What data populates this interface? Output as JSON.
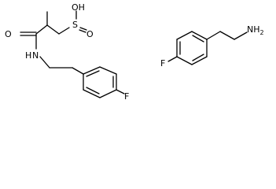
{
  "molecules": [
    {
      "labels": {
        "ketone_o": "O",
        "hydroxyl": "OH",
        "sulfur": "S",
        "sulfinyl_o": "O",
        "amide_n": "N",
        "amide_h": "H",
        "fluorine": "F"
      }
    },
    {
      "labels": {
        "fluorine": "F",
        "amine": "NH",
        "amine_h_count": "2"
      }
    }
  ]
}
